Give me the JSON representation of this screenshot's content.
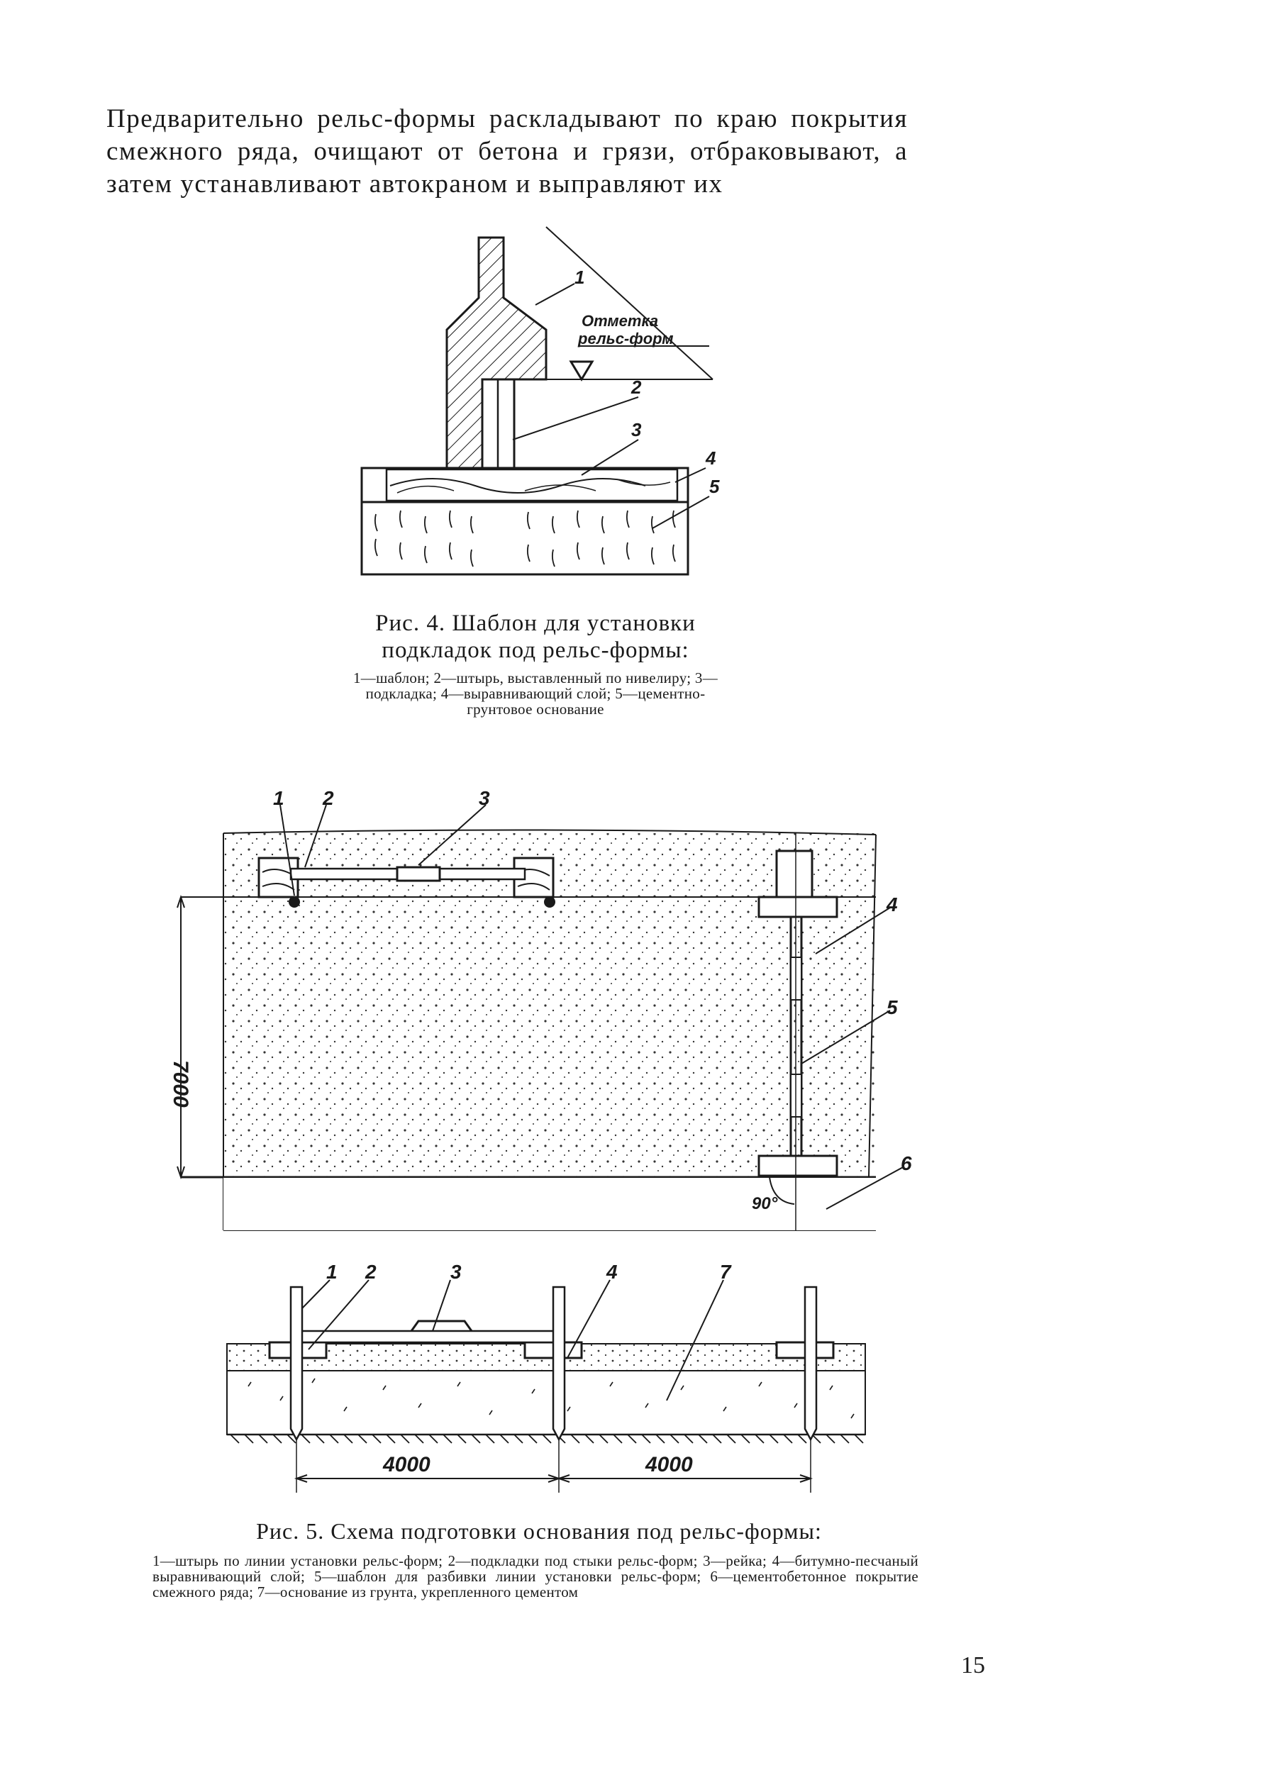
{
  "intro": {
    "text": "Предварительно рельс-формы раскладывают по краю покрытия смежного ряда, очищают от бетона и грязи, отбраковывают, а затем устанавливают автокраном и выправляют их"
  },
  "figure4": {
    "labels": {
      "n1": "1",
      "n2": "2",
      "n3": "3",
      "n4": "4",
      "n5": "5",
      "mark_line1": "Отметка",
      "mark_line2": "рельс-форм"
    },
    "caption": "Рис. 4. Шаблон для установки подкладок под рельс-формы:",
    "legend": "1—шаблон; 2—штырь, выставленный по нивелиру; 3—подкладка; 4—выравнивающий слой; 5—цементно-грунтовое основание"
  },
  "figure5": {
    "plan_labels": {
      "n1": "1",
      "n2": "2",
      "n3": "3",
      "n4": "4",
      "n5": "5",
      "n6": "6",
      "dim": "7000",
      "angle": "90°"
    },
    "section_labels": {
      "n1": "1",
      "n2": "2",
      "n3": "3",
      "n4": "4",
      "n7": "7",
      "dim_left": "4000",
      "dim_right": "4000"
    },
    "caption": "Рис. 5. Схема подготовки основания под рельс-формы:",
    "legend": "1—штырь по линии установки рельс-форм; 2—подкладки под стыки рельс-форм; 3—рейка; 4—битумно-песчаный выравнивающий слой; 5—шаблон для разбивки линии установки рельс-форм; 6—цементобетонное покрытие смежного ряда; 7—основание из грунта, укрепленного цементом"
  },
  "page_number": "15"
}
